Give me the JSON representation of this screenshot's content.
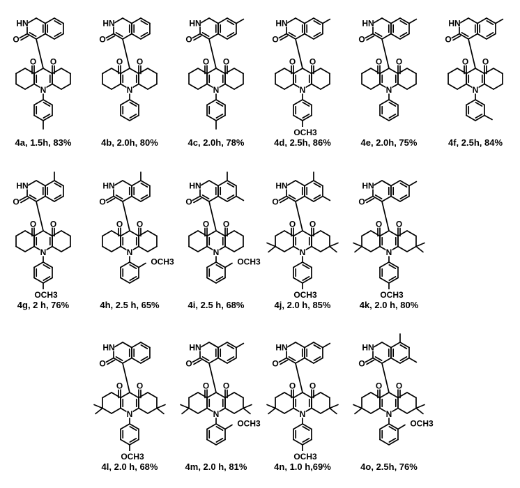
{
  "atom_labels": {
    "NH": "HN",
    "O": "O",
    "N": "N",
    "OMe": "OCH3"
  },
  "compounds": [
    {
      "id": "4a",
      "caption": "4a, 1.5h, 83%",
      "aryl": "p-tolyl",
      "quin_me": [],
      "dimedone": false
    },
    {
      "id": "4b",
      "caption": "4b, 2.0h, 80%",
      "aryl": "phenyl",
      "quin_me": [],
      "dimedone": false
    },
    {
      "id": "4c",
      "caption": "4c, 2.0h, 78%",
      "aryl": "p-tolyl",
      "quin_me": [
        "6"
      ],
      "dimedone": false
    },
    {
      "id": "4d",
      "caption": "4d, 2.5h, 86%",
      "aryl": "p-anisyl",
      "quin_me": [
        "6"
      ],
      "dimedone": false
    },
    {
      "id": "4e",
      "caption": "4e, 2.0h, 75%",
      "aryl": "phenyl",
      "quin_me": [
        "6"
      ],
      "dimedone": false
    },
    {
      "id": "4f",
      "caption": "4f, 2.5h, 84%",
      "aryl": "m-tolyl",
      "quin_me": [
        "6"
      ],
      "dimedone": false
    },
    {
      "id": "4g",
      "caption": "4g, 2 h, 76%",
      "aryl": "p-anisyl",
      "quin_me": [
        "7"
      ],
      "dimedone": false
    },
    {
      "id": "4h",
      "caption": "4h, 2.5 h, 65%",
      "aryl": "o-anisyl",
      "quin_me": [
        "7"
      ],
      "dimedone": false
    },
    {
      "id": "4i",
      "caption": "4i, 2.5 h, 68%",
      "aryl": "o-anisyl",
      "quin_me": [
        "5",
        "7"
      ],
      "dimedone": false
    },
    {
      "id": "4j",
      "caption": "4j, 2.0 h, 85%",
      "aryl": "p-anisyl",
      "quin_me": [
        "5",
        "7"
      ],
      "dimedone": true
    },
    {
      "id": "4k",
      "caption": "4k, 2.0 h, 80%",
      "aryl": "p-anisyl",
      "quin_me": [
        "6",
        "8"
      ],
      "dimedone": true
    },
    {
      "id": "4l",
      "caption": "4l, 2.0 h, 68%",
      "aryl": "p-anisyl",
      "quin_me": [
        "8"
      ],
      "dimedone": true
    },
    {
      "id": "4m",
      "caption": "4m, 2.0 h, 81%",
      "aryl": "o-anisyl",
      "quin_me": [
        "6",
        "8"
      ],
      "dimedone": true
    },
    {
      "id": "4n",
      "caption": "4n, 1.0 h,69%",
      "aryl": "p-anisyl",
      "quin_me": [
        "6"
      ],
      "dimedone": true
    },
    {
      "id": "4o",
      "caption": "4o, 2.5h, 76%",
      "aryl": "o-anisyl",
      "quin_me": [
        "5",
        "7"
      ],
      "dimedone": true
    }
  ]
}
